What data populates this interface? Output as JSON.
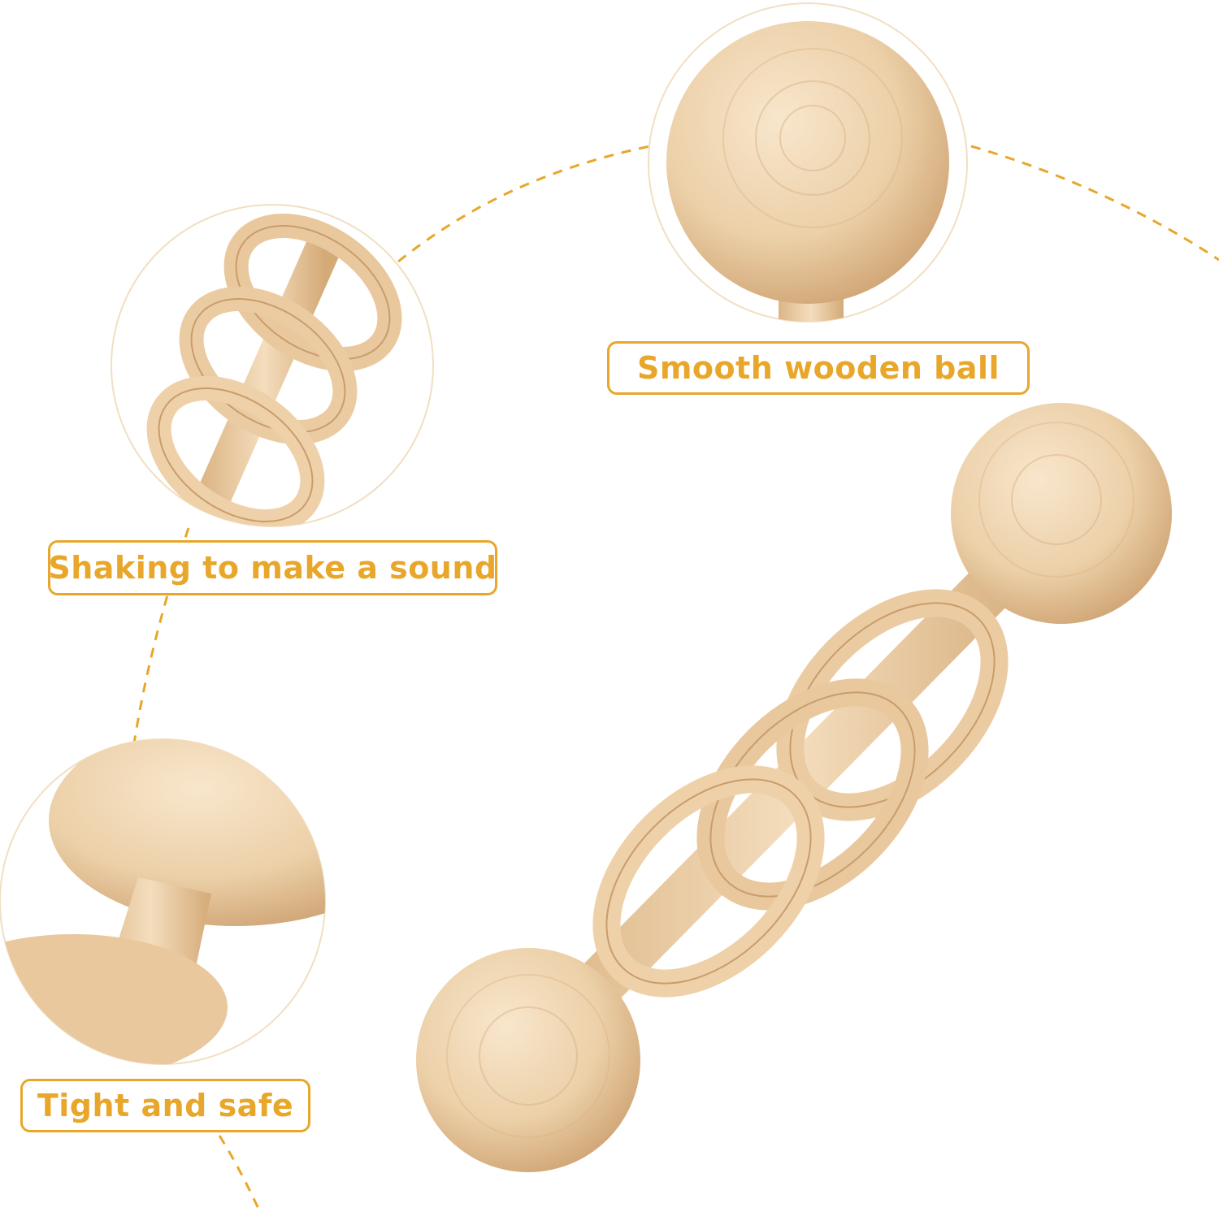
{
  "labels": {
    "ball": "Smooth wooden ball",
    "shake": "Shaking to make a sound",
    "safe": "Tight and safe"
  },
  "colors": {
    "accent": "#e8a72b",
    "wood_light": "#f3dcbc",
    "wood_mid": "#e6c49a",
    "wood_dark": "#c99c6c",
    "background": "#ffffff"
  },
  "components": [
    "wooden-rattle",
    "wooden-ring",
    "wooden-ball",
    "wooden-stick"
  ]
}
